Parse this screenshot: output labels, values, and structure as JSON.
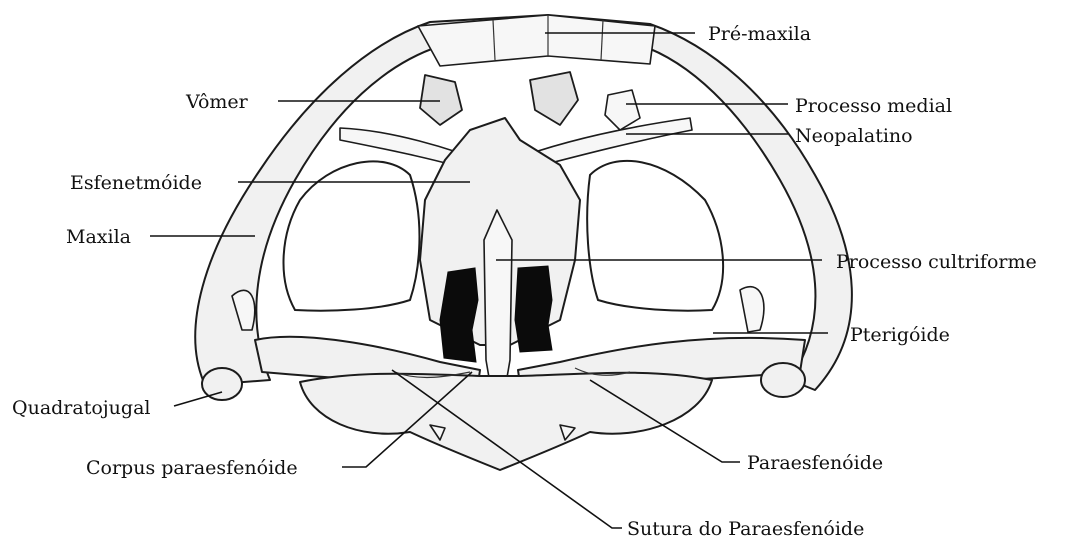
{
  "labels": {
    "pre_maxila": "Pré-maxila",
    "vomer": "Vômer",
    "processo_medial": "Processo medial",
    "neopalatino": "Neopalatino",
    "esfenetmoide": "Esfenetmóide",
    "maxila": "Maxila",
    "processo_cultriforme": "Processo cultriforme",
    "pterigoide": "Pterigóide",
    "quadratojugal": "Quadratojugal",
    "paraesfenoide": "Paraesfenóide",
    "corpus_paraesfenoide": "Corpus paraesfenóide",
    "sutura_paraesfenoide": "Sutura do Paraesfenóide"
  },
  "colors": {
    "line": "#111111",
    "bone_fill": "#f1f1f1",
    "foramen_fill": "#0b0b0b",
    "background": "#ffffff"
  }
}
